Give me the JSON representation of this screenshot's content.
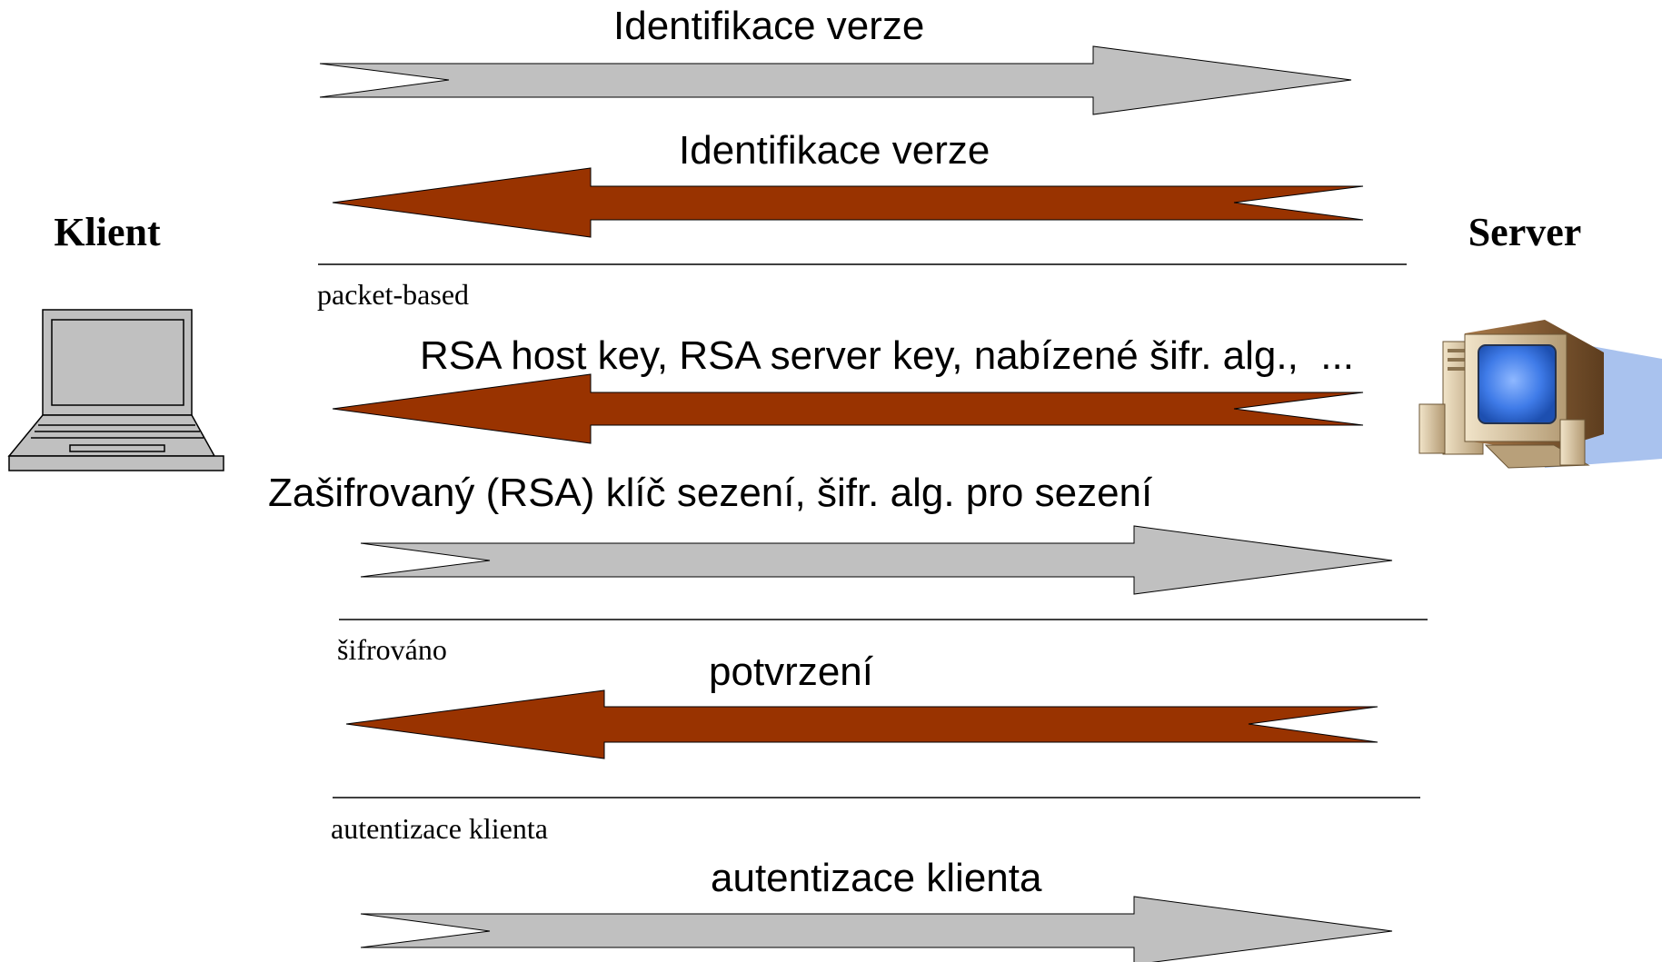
{
  "actors": {
    "client_label": "Klient",
    "server_label": "Server"
  },
  "messages": [
    {
      "label": "Identifikace verze",
      "direction": "to-server",
      "color": "#c0c0c0"
    },
    {
      "label": "Identifikace verze",
      "direction": "to-client",
      "color": "#993300"
    },
    {
      "label": "RSA host key, RSA server key, nabízené šifr. alg.,  ...",
      "direction": "to-client",
      "color": "#993300"
    },
    {
      "label": "Zašifrovaný (RSA) klíč sezení, šifr. alg. pro sezení",
      "direction": "to-server",
      "color": "#c0c0c0"
    },
    {
      "label": "potvrzení",
      "direction": "to-client",
      "color": "#993300"
    },
    {
      "label": "autentizace klienta",
      "direction": "to-server",
      "color": "#c0c0c0"
    }
  ],
  "phases": [
    {
      "label": "packet-based"
    },
    {
      "label": "šifrováno"
    },
    {
      "label": "autentizace klienta"
    }
  ],
  "colors": {
    "request_arrow": "#c0c0c0",
    "response_arrow": "#993300",
    "outline": "#000000",
    "monitor_screen": "#4a8cf0",
    "monitor_body": "#d9c8a8",
    "laptop_body": "#c0c0c0"
  },
  "icons": {
    "client": "laptop-icon",
    "server": "desktop-computer-icon"
  }
}
